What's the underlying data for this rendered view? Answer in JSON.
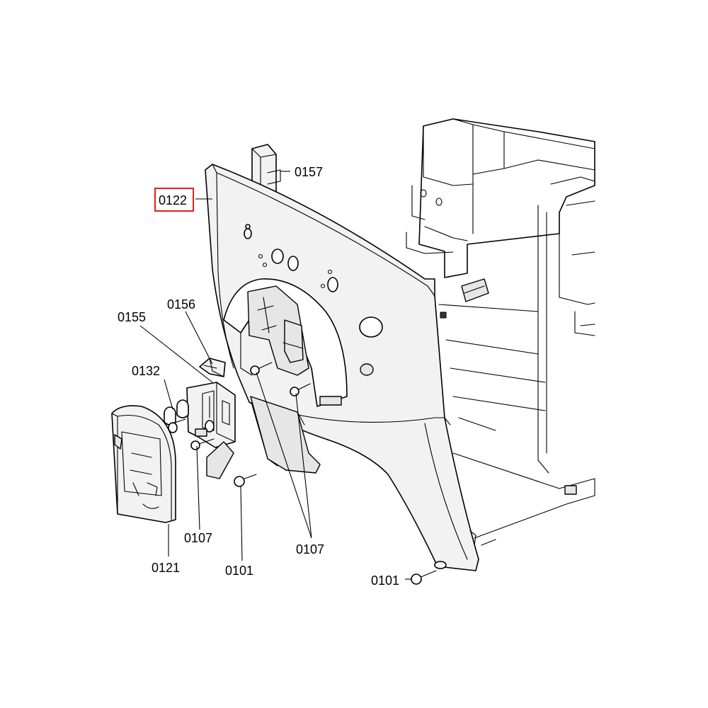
{
  "diagram": {
    "highlight_color": "#e0201b",
    "callouts": [
      {
        "id": "c0157",
        "text": "0157"
      },
      {
        "id": "c0122",
        "text": "0122",
        "highlighted": true
      },
      {
        "id": "c0156",
        "text": "0156"
      },
      {
        "id": "c0155",
        "text": "0155"
      },
      {
        "id": "c0132",
        "text": "0132"
      },
      {
        "id": "c0107a",
        "text": "0107"
      },
      {
        "id": "c0107b",
        "text": "0107"
      },
      {
        "id": "c0121",
        "text": "0121"
      },
      {
        "id": "c0101a",
        "text": "0101"
      },
      {
        "id": "c0101b",
        "text": "0101"
      }
    ]
  }
}
